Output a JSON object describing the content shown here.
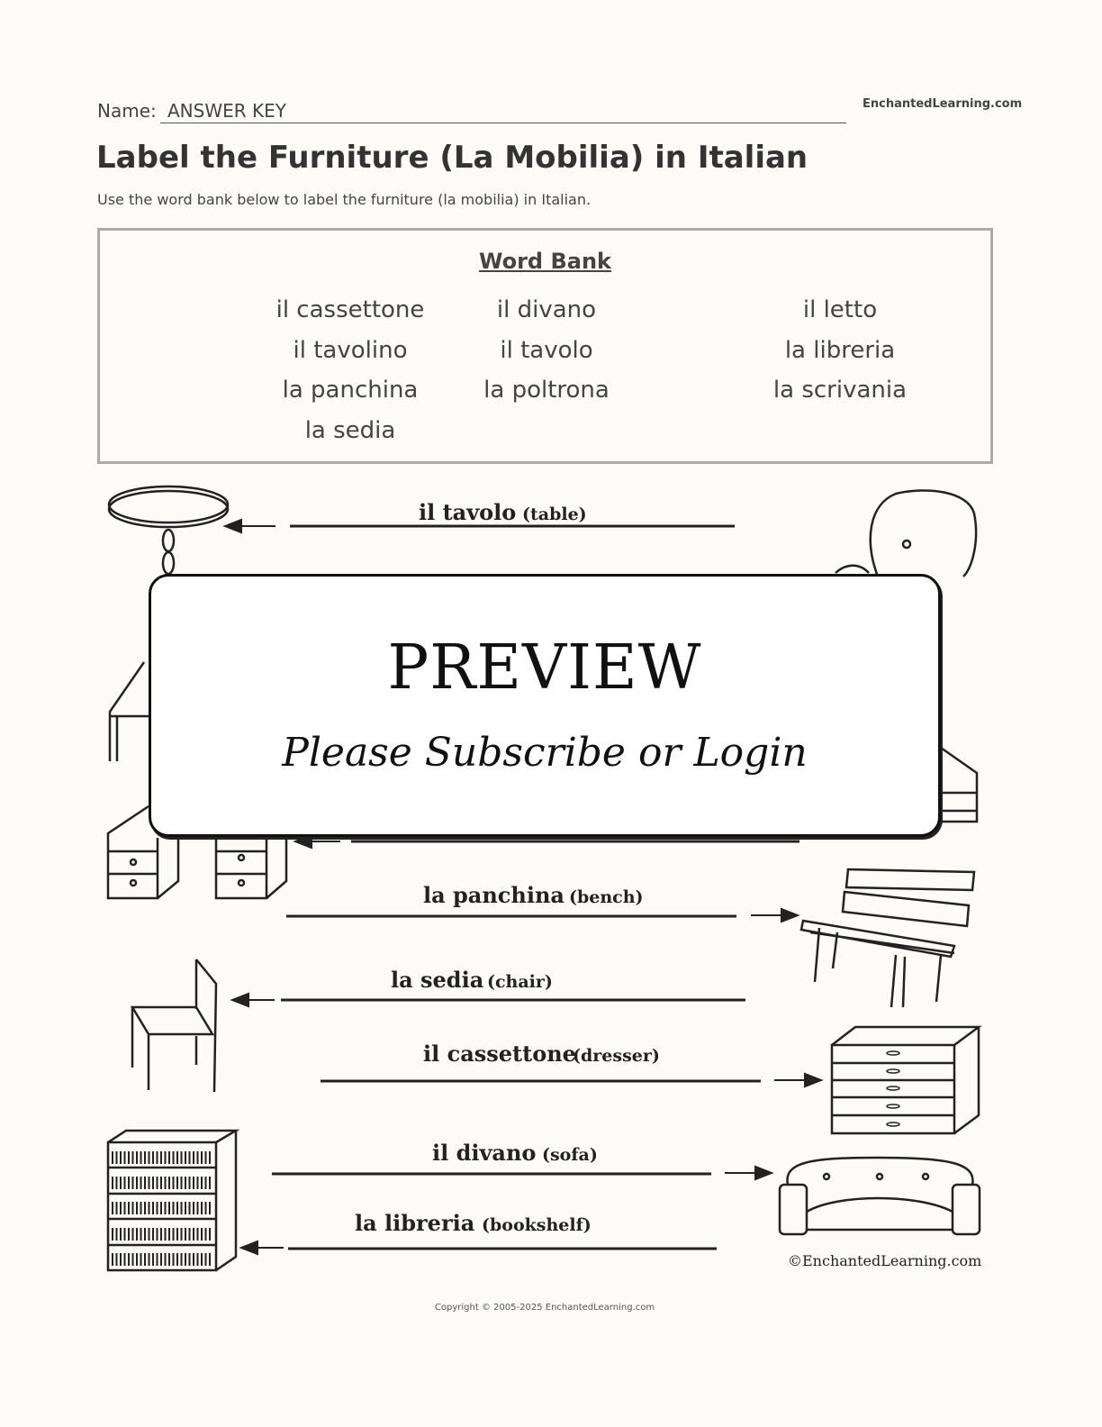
{
  "header": {
    "name_label": "Name:",
    "name_value": "ANSWER KEY",
    "brand": "EnchantedLearning.com"
  },
  "title": "Label the Furniture (La Mobilia) in Italian",
  "instructions": "Use the word bank below to label the furniture (la mobilia) in Italian.",
  "word_bank": {
    "title": "Word Bank",
    "columns": [
      [
        "il cassettone",
        "il tavolino",
        "la panchina",
        "la sedia"
      ],
      [
        "il divano",
        "il tavolo",
        "la poltrona"
      ],
      [
        "il letto",
        "la libreria",
        "la scrivania"
      ]
    ]
  },
  "labels": [
    {
      "italian": "il tavolo",
      "english": "(table)"
    },
    {
      "italian": "la panchina",
      "english": "(bench)"
    },
    {
      "italian": "la sedia",
      "english": "(chair)"
    },
    {
      "italian": "il cassettone",
      "english": "(dresser)"
    },
    {
      "italian": "il divano",
      "english": "(sofa)"
    },
    {
      "italian": "la libreria",
      "english": "(bookshelf)"
    }
  ],
  "image_credit": "©EnchantedLearning.com",
  "overlay": {
    "title": "PREVIEW",
    "subtitle": "Please Subscribe or Login"
  },
  "footer": {
    "copyright": "Copyright © 2005-2025 EnchantedLearning.com"
  }
}
